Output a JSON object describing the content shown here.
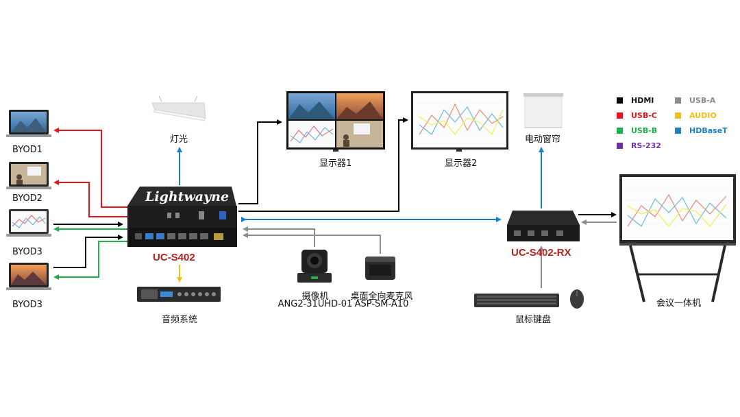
{
  "devices": {
    "byod1": "BYOD1",
    "byod2": "BYOD2",
    "byod3a": "BYOD3",
    "byod3b": "BYOD3",
    "light": "灯光",
    "switcher_brand": "Lightwayne",
    "switcher_model": "UC-S402",
    "audio_system": "音频系统",
    "display1": "显示器1",
    "display2": "显示器2",
    "curtain": "电动窗帘",
    "camera_name": "摄像机",
    "camera_model": "ANG2-31UHD-01",
    "mic_name": "桌面全向麦克风",
    "mic_model": "ASP-SM-A10",
    "receiver_model": "UC-S402-RX",
    "keyboard_mouse": "鼠标键盘",
    "panel": "会议一体机"
  },
  "legend": [
    {
      "label": "HDMI",
      "color": "#000000"
    },
    {
      "label": "USB-A",
      "color": "#8c8c8c"
    },
    {
      "label": "USB-C",
      "color": "#e8141c"
    },
    {
      "label": "AUDIO",
      "color": "#f2c012"
    },
    {
      "label": "USB-B",
      "color": "#1fae4b"
    },
    {
      "label": "HDBaseT",
      "color": "#1a7fc4"
    },
    {
      "label": "RS-232",
      "color": "#7030a0"
    }
  ],
  "colors": {
    "model_red": "#b5201f",
    "hdmi": "#000000",
    "usb_c": "#e8141c",
    "usb_b": "#1fae4b",
    "usb_a": "#8c8c8c",
    "audio": "#f2c012",
    "hdbaset": "#1a7fc4"
  }
}
